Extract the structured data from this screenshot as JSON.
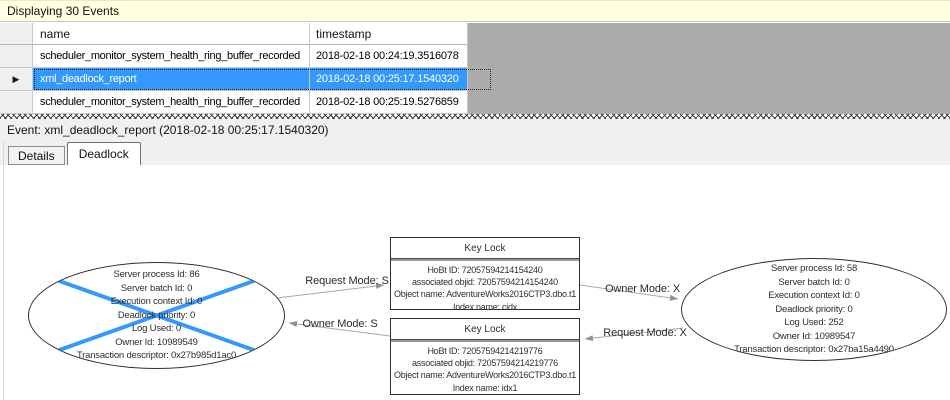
{
  "titlebar": {
    "text": "Displaying 30 Events"
  },
  "grid": {
    "columns": {
      "name": "name",
      "timestamp": "timestamp"
    },
    "rows": [
      {
        "name": "scheduler_monitor_system_health_ring_buffer_recorded",
        "timestamp": "2018-02-18 00:24:19.3516078"
      },
      {
        "name": "xml_deadlock_report",
        "timestamp": "2018-02-18 00:25:17.1540320"
      },
      {
        "name": "scheduler_monitor_system_health_ring_buffer_recorded",
        "timestamp": "2018-02-18 00:25:19.5276859"
      }
    ],
    "selected_row_index": 1,
    "selected_row_indicator": "▶"
  },
  "event_bar": {
    "text": "Event: xml_deadlock_report (2018-02-18 00:25:17.1540320)"
  },
  "tabs": {
    "details": "Details",
    "deadlock": "Deadlock",
    "active": "Deadlock"
  },
  "deadlock_graph": {
    "process_left": {
      "victim": true,
      "lines": [
        "Server process Id: 86",
        "Server batch Id: 0",
        "Execution context Id: 0",
        "Deadlock priority: 0",
        "Log Used: 0",
        "Owner Id: 10989549",
        "Transaction descriptor: 0x27b985d1ac0"
      ]
    },
    "process_right": {
      "victim": false,
      "lines": [
        "Server process Id: 58",
        "Server batch Id: 0",
        "Execution context Id: 0",
        "Deadlock priority: 0",
        "Log Used: 252",
        "Owner Id: 10989547",
        "Transaction descriptor: 0x27ba15a4490"
      ]
    },
    "resource_top": {
      "title": "Key Lock",
      "lines": [
        "HoBt ID: 72057594214154240",
        "associated objid: 72057594214154240",
        "Object name: AdventureWorks2016CTP3.dbo.t1",
        "Index name: cidx"
      ]
    },
    "resource_bottom": {
      "title": "Key Lock",
      "lines": [
        "HoBt ID: 72057594214219776",
        "associated objid: 72057594214219776",
        "Object name: AdventureWorks2016CTP3.dbo.t1",
        "Index name: idx1"
      ]
    },
    "edges": [
      {
        "label": "Request Mode: S"
      },
      {
        "label": "Owner Mode: S"
      },
      {
        "label": "Owner Mode: X"
      },
      {
        "label": "Request Mode: X"
      }
    ]
  },
  "colors": {
    "selection_blue": "#3399FF",
    "victim_cross_blue": "#3399FF",
    "grid_empty_gray": "#ABABAB",
    "titlebar_cream": "#FFFFE1",
    "edge_gray": "#A8A8A8"
  }
}
